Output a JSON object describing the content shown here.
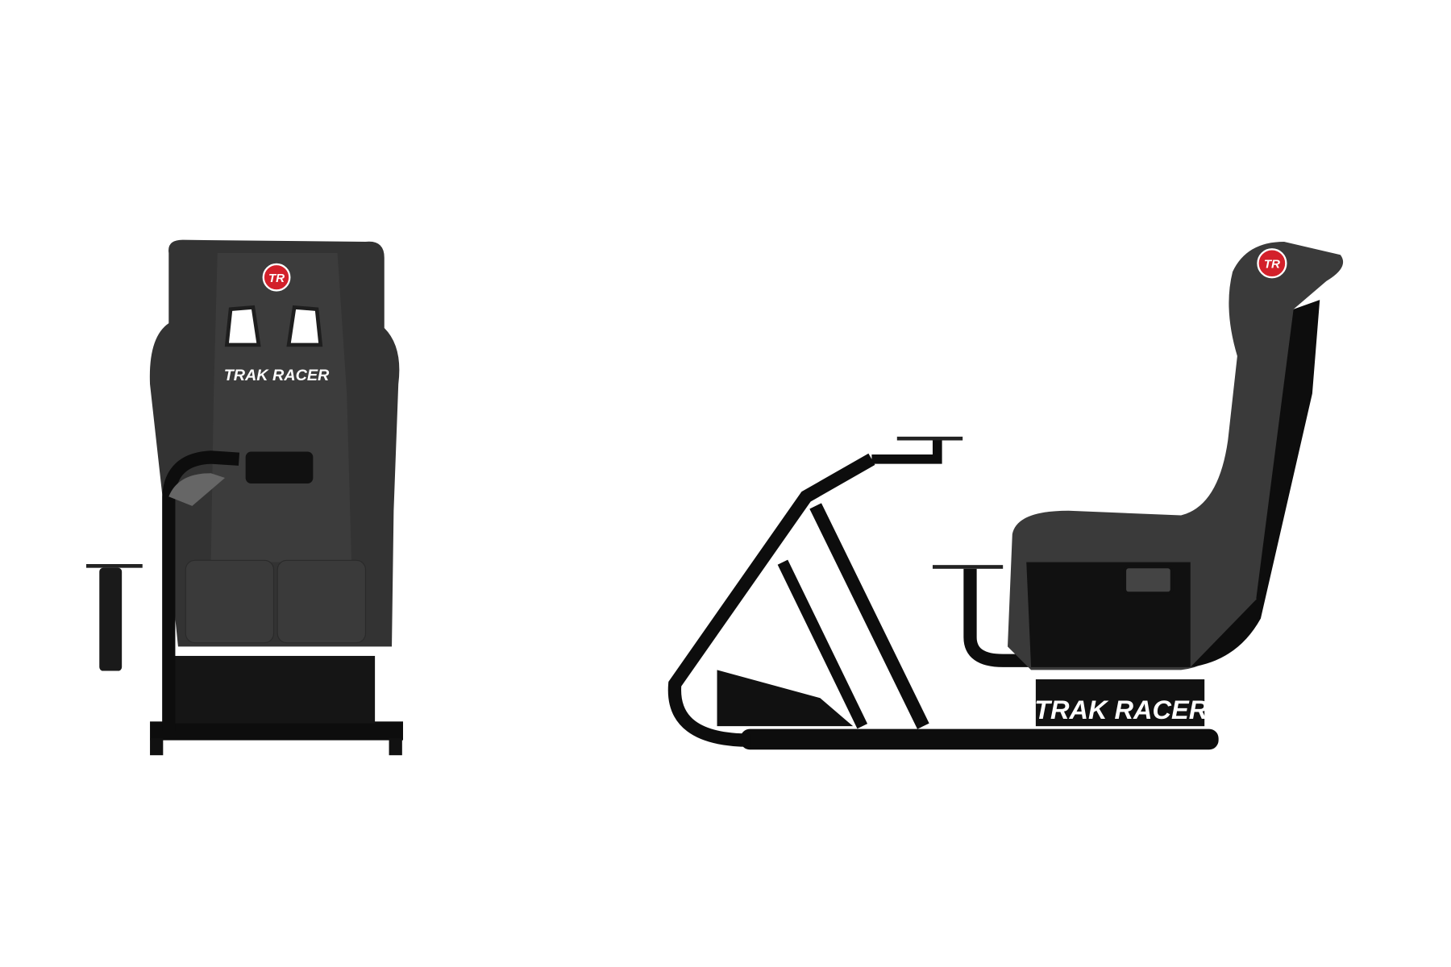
{
  "product": {
    "brand_text": "TRAK RACER",
    "logo_text": "TR",
    "colors": {
      "background": "#ffffff",
      "fabric": "#3a3a3a",
      "frame": "#0d0d0d",
      "logo_red": "#d3202a"
    }
  },
  "views": {
    "front": {
      "seat_label": "TRAK RACER",
      "logo": "TR"
    },
    "side": {
      "base_label": "TRAK RACER",
      "logo": "TR"
    }
  }
}
